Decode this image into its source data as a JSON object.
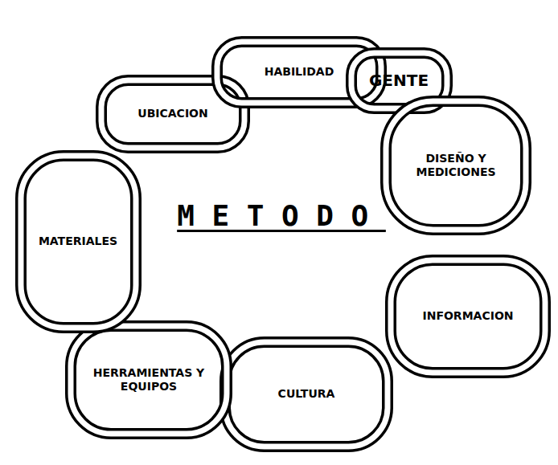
{
  "diagram": {
    "nodes": [
      {
        "text": [
          "UBICACION"
        ]
      },
      {
        "text": [
          "HABILIDAD"
        ]
      },
      {
        "text": [
          "GENTE"
        ]
      },
      {
        "text": [
          "DISEÑO Y MEDICIONES"
        ]
      },
      {
        "text": [
          "INFORMACION"
        ]
      },
      {
        "text": [
          "CULTURA"
        ]
      },
      {
        "text": [
          "HERRAMIENTAS Y EQUIPOS"
        ]
      },
      {
        "text": [
          "MATERIALES"
        ]
      }
    ],
    "labels": [
      "METODO"
    ]
  }
}
